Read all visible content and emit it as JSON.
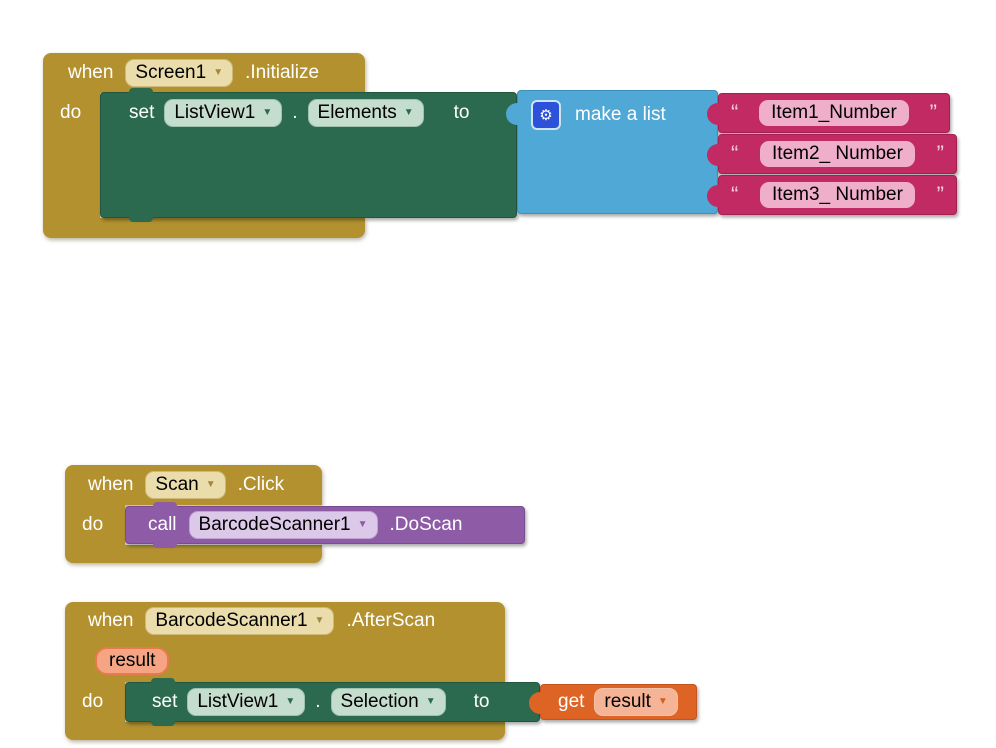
{
  "workspace": {
    "background": "#ffffff"
  },
  "colors": {
    "event_gold": "#B3912F",
    "setter_green": "#2C6A4F",
    "list_blue": "#4FA8D5",
    "text_magenta": "#C12A62",
    "procedure_purple": "#8E5BA6",
    "variable_orange": "#DE6426",
    "dropdown_beige": "#EBDCAB",
    "string_field_pink": "#EFAECA",
    "param_salmon": "#F5A584",
    "gear_tile_blue": "#2B52D8"
  },
  "dropdown_arrow": "▼",
  "blocks": {
    "screen_initialize": {
      "when_label": "when",
      "component": "Screen1",
      "event": ".Initialize",
      "do_label": "do",
      "setter": {
        "set_label": "set",
        "component": "ListView1",
        "dot": ".",
        "property": "Elements",
        "to_label": "to"
      },
      "make_list": {
        "gear_icon_glyph": "⚙",
        "label": "make a list"
      },
      "items": [
        {
          "open_quote": "“",
          "text": "Item1_Number",
          "close_quote": "”"
        },
        {
          "open_quote": "“",
          "text": "Item2_ Number",
          "close_quote": "”"
        },
        {
          "open_quote": "“",
          "text": "Item3_ Number",
          "close_quote": "”"
        }
      ]
    },
    "scan_click": {
      "when_label": "when",
      "component": "Scan",
      "event": ".Click",
      "do_label": "do",
      "call": {
        "call_label": "call",
        "component": "BarcodeScanner1",
        "method": ".DoScan"
      }
    },
    "barcode_afterscan": {
      "when_label": "when",
      "component": "BarcodeScanner1",
      "event": ".AfterScan",
      "param": "result",
      "do_label": "do",
      "setter": {
        "set_label": "set",
        "component": "ListView1",
        "dot": ".",
        "property": "Selection",
        "to_label": "to"
      },
      "getter": {
        "get_label": "get",
        "variable": "result"
      }
    }
  }
}
